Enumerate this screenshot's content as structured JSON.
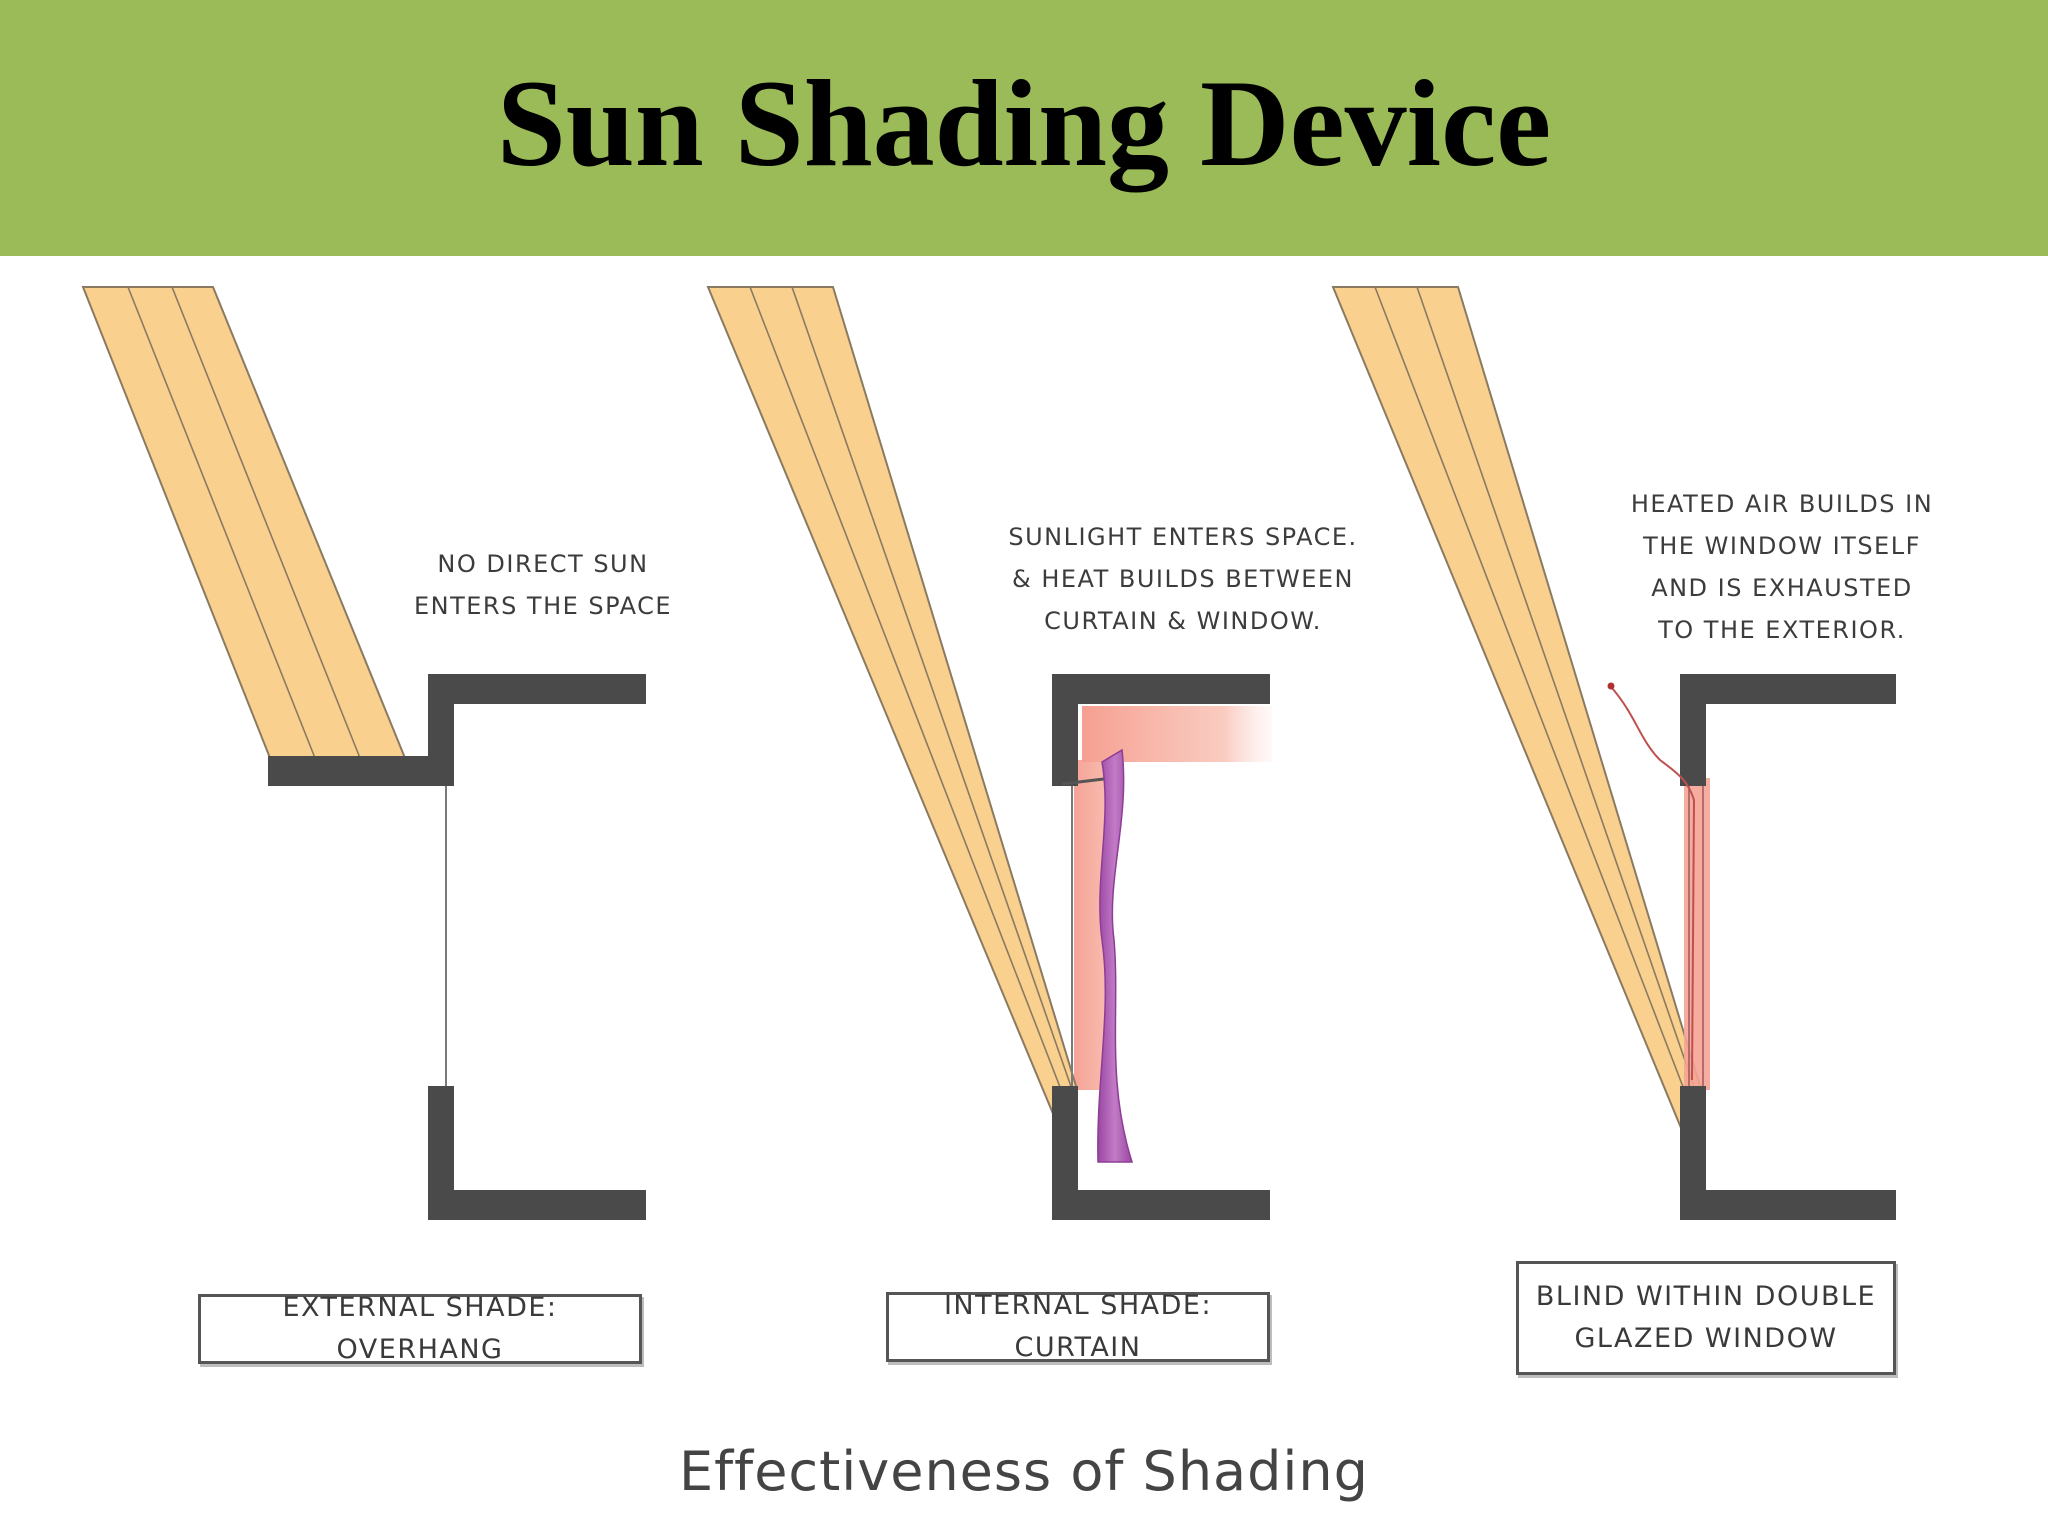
{
  "title": "Sun Shading Device",
  "caption": "Effectiveness of Shading",
  "colors": {
    "header_bg": "#9bbb59",
    "sun_ray": "#f9d08d",
    "wall": "#4a4a4a",
    "heat": "#f7a596",
    "curtain": "#b05ab5"
  },
  "panels": [
    {
      "note": [
        "No Direct Sun",
        "Enters the Space"
      ],
      "label": [
        "External Shade: Overhang"
      ]
    },
    {
      "note": [
        "Sunlight enters space.",
        "& heat builds between",
        "curtain & Window."
      ],
      "label": [
        "Internal Shade: Curtain"
      ]
    },
    {
      "note": [
        "Heated air builds in",
        "the window itself",
        "and is exhausted",
        "to the exterior."
      ],
      "label": [
        "Blind Within Double",
        "Glazed Window"
      ]
    }
  ]
}
